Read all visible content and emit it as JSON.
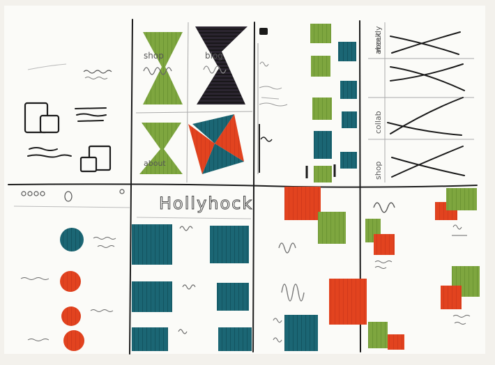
{
  "colors": {
    "paper": "#fbfbf8",
    "ink": "#1a1a1a",
    "pencil": "#8a8a8a",
    "green": "#79a23a",
    "teal": "#1a6270",
    "red": "#df3e24"
  },
  "panels": {
    "hourglass": {
      "labels": [
        "shop",
        "blog",
        "about"
      ]
    },
    "sidebar": {
      "labels": []
    },
    "nav": {
      "labels": [
        "about",
        "weekly",
        "collab",
        "shop"
      ]
    },
    "hollyhock": {
      "title": "Hollyhock"
    }
  }
}
